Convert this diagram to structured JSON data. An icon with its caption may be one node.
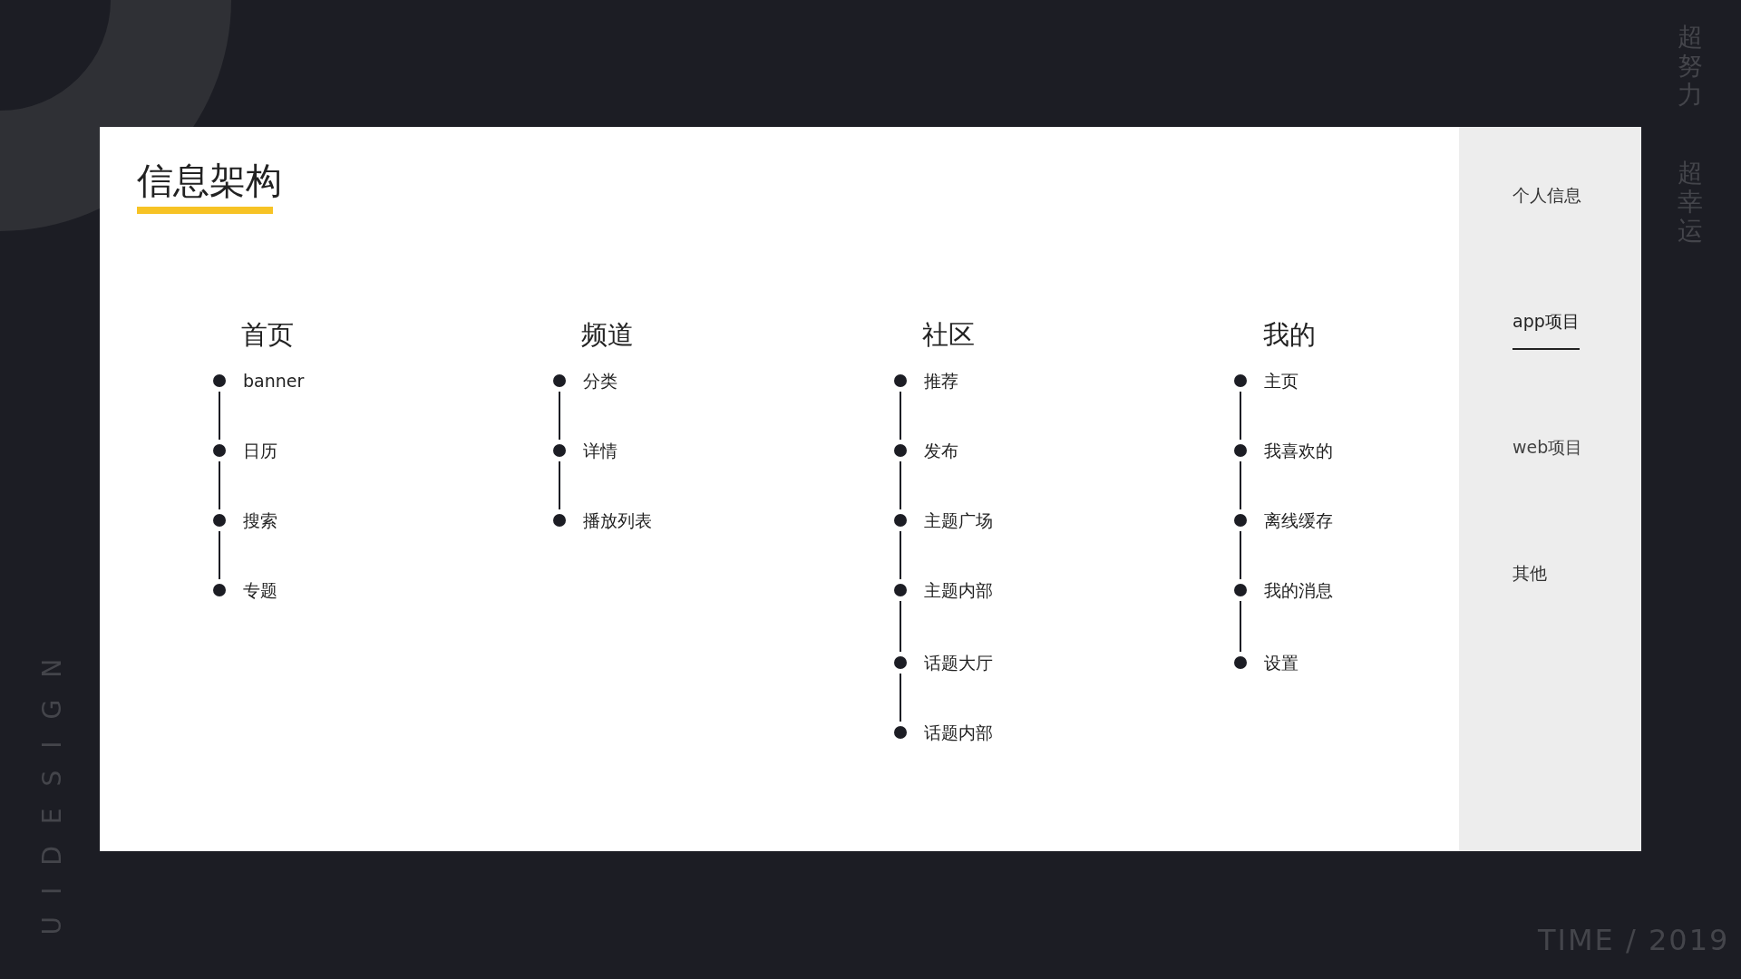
{
  "diagram": {
    "title": "信息架构",
    "nodes": [
      {
        "text": [
          "banner"
        ]
      },
      {
        "text": [
          "日历"
        ]
      },
      {
        "text": [
          "搜索"
        ]
      },
      {
        "text": [
          "专题"
        ]
      },
      {
        "text": [
          "分类"
        ]
      },
      {
        "text": [
          "详情"
        ]
      },
      {
        "text": [
          "播放列表"
        ]
      },
      {
        "text": [
          "推荐"
        ]
      },
      {
        "text": [
          "发布"
        ]
      },
      {
        "text": [
          "主题广场"
        ]
      },
      {
        "text": [
          "主题内部"
        ]
      },
      {
        "text": [
          "话题大厅"
        ]
      },
      {
        "text": [
          "话题内部"
        ]
      },
      {
        "text": [
          "主页"
        ]
      },
      {
        "text": [
          "我喜欢的"
        ]
      },
      {
        "text": [
          "离线缓存"
        ]
      },
      {
        "text": [
          "我的消息"
        ]
      },
      {
        "text": [
          "设置"
        ]
      }
    ],
    "edges": [
      {
        "from": 0,
        "to": 1,
        "arrow": "none"
      },
      {
        "from": 1,
        "to": 2,
        "arrow": "none"
      },
      {
        "from": 2,
        "to": 3,
        "arrow": "none"
      },
      {
        "from": 4,
        "to": 5,
        "arrow": "none"
      },
      {
        "from": 5,
        "to": 6,
        "arrow": "none"
      },
      {
        "from": 7,
        "to": 8,
        "arrow": "none"
      },
      {
        "from": 8,
        "to": 9,
        "arrow": "none"
      },
      {
        "from": 9,
        "to": 10,
        "arrow": "none"
      },
      {
        "from": 10,
        "to": 11,
        "arrow": "none"
      },
      {
        "from": 11,
        "to": 12,
        "arrow": "none"
      },
      {
        "from": 13,
        "to": 14,
        "arrow": "none"
      },
      {
        "from": 14,
        "to": 15,
        "arrow": "none"
      },
      {
        "from": 15,
        "to": 16,
        "arrow": "none"
      },
      {
        "from": 16,
        "to": 17,
        "arrow": "none"
      }
    ],
    "labels": [
      "超努力",
      "超幸运",
      "首页",
      "频道",
      "社区",
      "我的",
      "个人信息",
      "app项目",
      "web项目",
      "其他",
      "UIDESIGN",
      "TIME / 2019"
    ]
  }
}
